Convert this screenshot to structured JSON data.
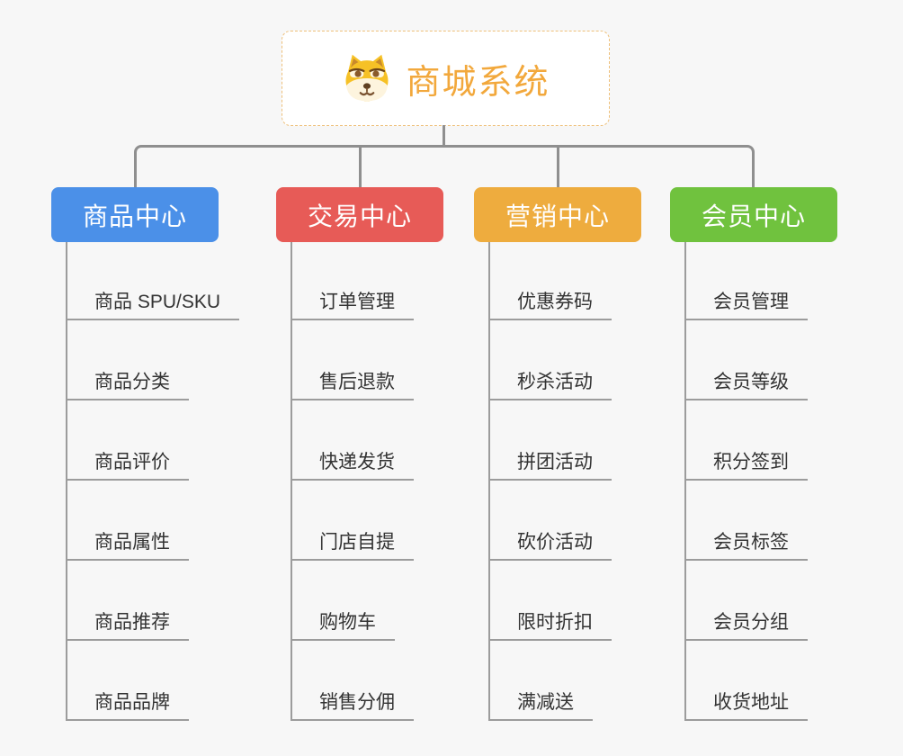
{
  "root": {
    "title": "商城系统",
    "icon": "shiba-dog-icon",
    "title_color": "#f2a83c",
    "border_color": "#eec07a"
  },
  "branches": [
    {
      "label": "商品中心",
      "color": "#4b90e8",
      "items": [
        "商品 SPU/SKU",
        "商品分类",
        "商品评价",
        "商品属性",
        "商品推荐",
        "商品品牌"
      ]
    },
    {
      "label": "交易中心",
      "color": "#e75b57",
      "items": [
        "订单管理",
        "售后退款",
        "快递发货",
        "门店自提",
        "购物车",
        "销售分佣"
      ]
    },
    {
      "label": "营销中心",
      "color": "#eeac3e",
      "items": [
        "优惠券码",
        "秒杀活动",
        "拼团活动",
        "砍价活动",
        "限时折扣",
        "满减送"
      ]
    },
    {
      "label": "会员中心",
      "color": "#70c23e",
      "items": [
        "会员管理",
        "会员等级",
        "积分签到",
        "会员标签",
        "会员分组",
        "收货地址"
      ]
    }
  ],
  "colors": {
    "connector": "#8f8f8f",
    "underline": "#9c9c9c",
    "background": "#f7f7f7"
  }
}
